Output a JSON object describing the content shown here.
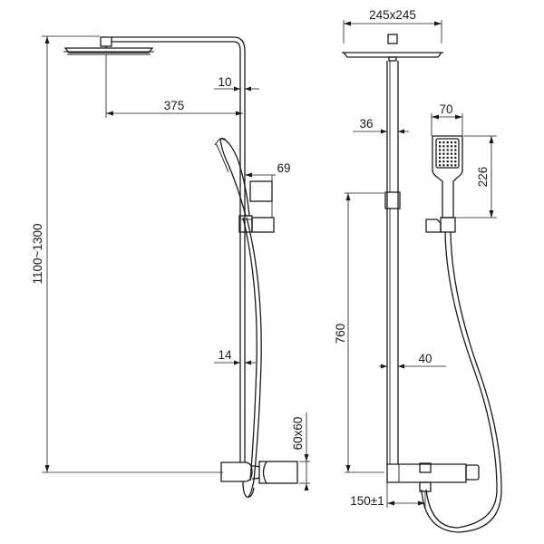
{
  "side_view": {
    "height_range": "1100~1300",
    "overhead_drop": "10",
    "arm_length": "375",
    "hand_shower_offset": "69",
    "pipe_diameter": "14",
    "mixer_size": "60x60"
  },
  "front_view": {
    "head_size": "245x245",
    "riser_diameter": "36",
    "hand_shower_width": "70",
    "hand_shower_length": "226",
    "slider_height": "760",
    "lower_pipe": "40",
    "mixer_spacing": "150±1"
  }
}
